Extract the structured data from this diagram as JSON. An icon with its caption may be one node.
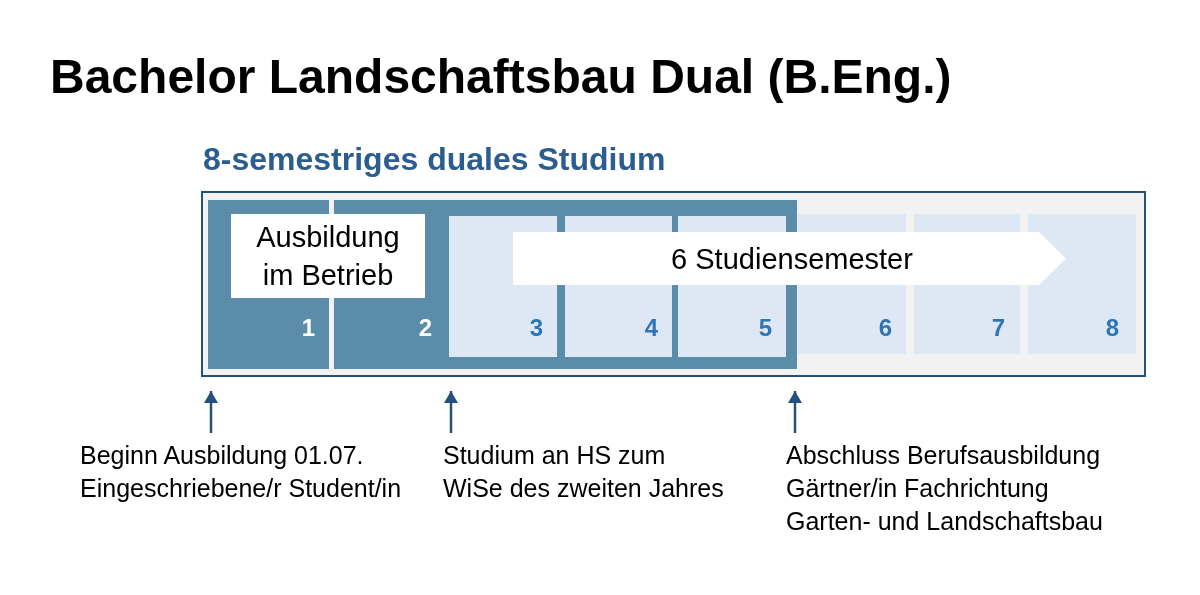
{
  "diagram": {
    "title": "Bachelor Landschaftsbau Dual (B.Eng.)",
    "nodes": [
      {
        "text": [
          "8-semestriges duales Studium"
        ]
      },
      {
        "text": [
          "Ausbildung im Betrieb"
        ],
        "in": 0
      },
      {
        "text": [
          "6 Studiensemester"
        ],
        "in": 0
      },
      {
        "text": [
          "1"
        ],
        "in": 0
      },
      {
        "text": [
          "2"
        ],
        "in": 0
      },
      {
        "text": [
          "3"
        ],
        "in": 4
      },
      {
        "text": [
          "4"
        ],
        "in": 4
      },
      {
        "text": [
          "5"
        ],
        "in": 4
      },
      {
        "text": [
          "6"
        ],
        "in": 0
      },
      {
        "text": [
          "7"
        ],
        "in": 0
      },
      {
        "text": [
          "8"
        ],
        "in": 0
      },
      {
        "text": [
          "Beginn Ausbildung 01.07.",
          "Eingeschriebene/r Student/in"
        ]
      },
      {
        "text": [
          "Studium an HS zum WiSe des zweiten Jahres"
        ]
      },
      {
        "text": [
          "Abschluss Berufsausbildung Gärtner/in Fachrichtung Garten- und Landschaftsbau"
        ]
      }
    ],
    "edges": [
      {
        "from": 11,
        "to": 0,
        "arrow": "to"
      },
      {
        "from": 12,
        "to": 0,
        "arrow": "to"
      },
      {
        "from": 13,
        "to": 0,
        "arrow": "to"
      }
    ]
  }
}
